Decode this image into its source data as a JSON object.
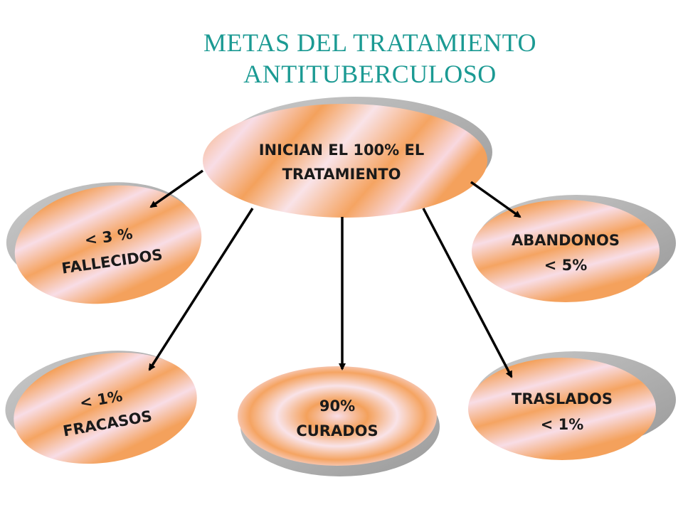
{
  "title": {
    "line1": "METAS DEL TRATAMIENTO",
    "line2": "ANTITUBERCULOSO"
  },
  "colors": {
    "title": "#1b9a93",
    "shadow": "#a9a9a9",
    "node_orange": "#f4a15c",
    "node_light": "#f8e0e6",
    "arrow": "#000000"
  },
  "nodes": {
    "center": {
      "line1": "INICIAN EL 100% EL",
      "line2": "TRATAMIENTO"
    },
    "fallecidos": {
      "line1": "< 3 %",
      "line2": "FALLECIDOS"
    },
    "abandonos": {
      "line1": "ABANDONOS",
      "line2": "<  5%"
    },
    "fracasos": {
      "line1": "< 1%",
      "line2": "FRACASOS"
    },
    "curados": {
      "line1": "90%",
      "line2": "CURADOS"
    },
    "traslados": {
      "line1": "TRASLADOS",
      "line2": "< 1%"
    }
  }
}
